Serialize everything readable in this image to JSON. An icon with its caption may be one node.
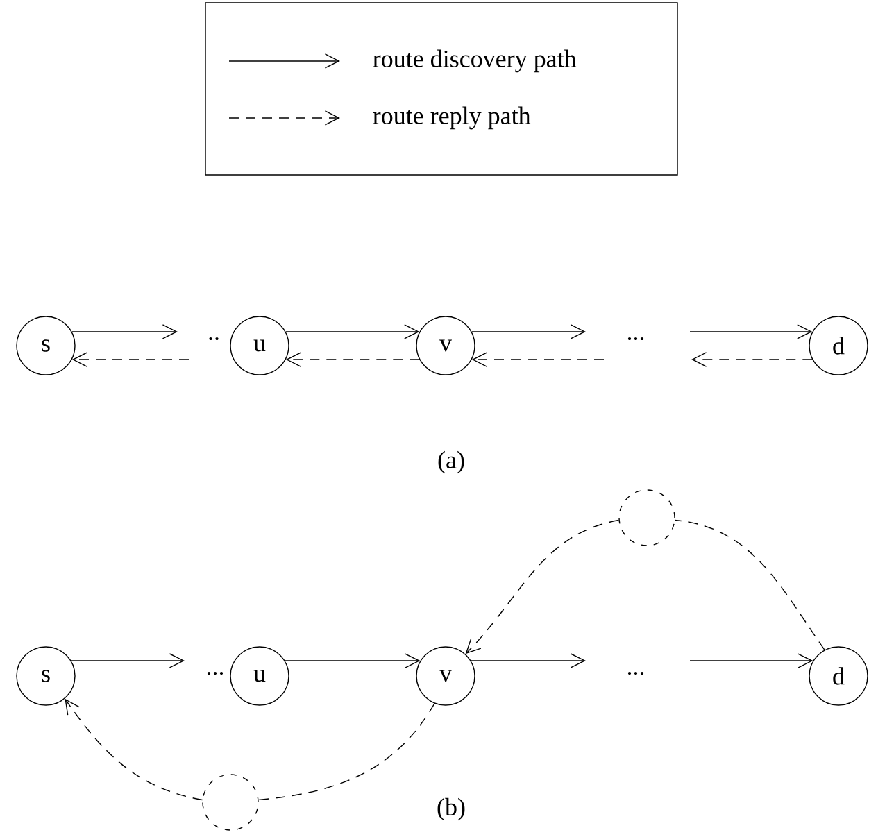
{
  "diagram": {
    "nodes": [
      {
        "text": [
          "s"
        ]
      },
      {
        "text": [
          "u"
        ]
      },
      {
        "text": [
          "v"
        ]
      },
      {
        "text": [
          "d"
        ]
      },
      {
        "text": [],
        "shape": "circle"
      },
      {
        "text": [
          "s"
        ]
      },
      {
        "text": [
          "u"
        ]
      },
      {
        "text": [
          "v"
        ]
      },
      {
        "text": [
          "d"
        ]
      },
      {
        "text": [],
        "shape": "circle"
      }
    ],
    "edges": [
      {
        "from": 0,
        "to": null,
        "arrow": "to"
      },
      {
        "from": null,
        "to": 0,
        "arrow": "to",
        "style": "dashed"
      },
      {
        "from": 1,
        "to": 2,
        "arrow": "to"
      },
      {
        "from": 2,
        "to": 1,
        "arrow": "to",
        "style": "dashed"
      },
      {
        "from": 2,
        "to": null,
        "arrow": "to"
      },
      {
        "from": null,
        "to": 2,
        "arrow": "to",
        "style": "dashed"
      },
      {
        "from": null,
        "to": 3,
        "arrow": "to"
      },
      {
        "from": 3,
        "to": null,
        "arrow": "to",
        "style": "dashed"
      },
      {
        "from": 5,
        "to": null,
        "arrow": "to"
      },
      {
        "from": 6,
        "to": 7,
        "arrow": "to"
      },
      {
        "from": 7,
        "to": null,
        "arrow": "to"
      },
      {
        "from": null,
        "to": 8,
        "arrow": "to"
      },
      {
        "from": 8,
        "to": 4,
        "arrow": "none",
        "style": "dashed"
      },
      {
        "from": 4,
        "to": 7,
        "arrow": "to",
        "style": "dashed"
      },
      {
        "from": 7,
        "to": 9,
        "arrow": "none",
        "style": "dashed"
      },
      {
        "from": 9,
        "to": 5,
        "arrow": "to",
        "style": "dashed"
      }
    ],
    "labels": [
      "..",
      "...",
      "(a)",
      "...",
      "...",
      "(b)"
    ],
    "legend": [
      {
        "text": "route discovery path"
      },
      {
        "text": "route reply path"
      }
    ]
  }
}
